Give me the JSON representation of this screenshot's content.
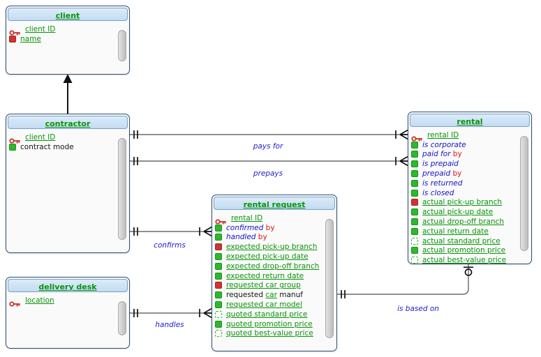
{
  "diagram": {
    "tool_type": "entity-relationship-diagram",
    "colors": {
      "entity_border": "#2f4f74",
      "header_fill_top": "#dcebf9",
      "header_fill_bottom": "#c3dcf2",
      "header_border": "#76a1c6",
      "body_fill": "#fafafa",
      "title_green": "#089408",
      "attr_green": "#089408",
      "attr_blue": "#1414cc",
      "attr_red": "#e01414",
      "attr_black": "#141414",
      "label_blue": "#2020cc",
      "line_gray": "#4d4d4d",
      "symbol_black": "#111111",
      "icon_green": "#2db82d",
      "icon_red": "#cf3434",
      "key_red": "#cc2222",
      "scrollbar_fill": "#cccccc",
      "background": "#ffffff"
    },
    "entities": [
      {
        "id": "client",
        "title": "client",
        "fields": [
          {
            "icon": "key",
            "parts": [
              {
                "text": "client ID",
                "style": "kw"
              }
            ]
          },
          {
            "icon": "solid-red",
            "parts": [
              {
                "text": "name",
                "style": "kw"
              }
            ]
          }
        ]
      },
      {
        "id": "contractor",
        "title": "contractor",
        "fields": [
          {
            "icon": "key",
            "parts": [
              {
                "text": "client ID",
                "style": "kw"
              }
            ]
          },
          {
            "icon": "solid-green",
            "parts": [
              {
                "text": "contract mode",
                "style": "plain"
              }
            ]
          }
        ]
      },
      {
        "id": "delivery-desk",
        "title": "delivery desk",
        "fields": [
          {
            "icon": "key",
            "parts": [
              {
                "text": "location",
                "style": "kw"
              }
            ]
          }
        ]
      },
      {
        "id": "rental-request",
        "title": "rental request",
        "fields": [
          {
            "icon": "key",
            "parts": [
              {
                "text": "rental ID",
                "style": "kw"
              }
            ]
          },
          {
            "icon": "solid-green",
            "parts": [
              {
                "text": "confirmed ",
                "style": "flag"
              },
              {
                "text": "by",
                "style": "by"
              }
            ]
          },
          {
            "icon": "solid-green",
            "parts": [
              {
                "text": "handled ",
                "style": "flag"
              },
              {
                "text": "by",
                "style": "by"
              }
            ]
          },
          {
            "icon": "solid-red",
            "parts": [
              {
                "text": "expected pick-up branch",
                "style": "kw"
              }
            ]
          },
          {
            "icon": "solid-green",
            "parts": [
              {
                "text": "expected pick-up date",
                "style": "kw"
              }
            ]
          },
          {
            "icon": "solid-green",
            "parts": [
              {
                "text": "expected drop-off branch",
                "style": "kw"
              }
            ]
          },
          {
            "icon": "solid-green",
            "parts": [
              {
                "text": "expected return date",
                "style": "kw"
              }
            ]
          },
          {
            "icon": "solid-red",
            "parts": [
              {
                "text": "requested car group",
                "style": "kw"
              }
            ]
          },
          {
            "icon": "solid-green",
            "parts": [
              {
                "text": "requested ",
                "style": "plain"
              },
              {
                "text": "car",
                "style": "kw"
              },
              {
                "text": " manuf",
                "style": "plain"
              }
            ]
          },
          {
            "icon": "solid-green",
            "parts": [
              {
                "text": "requested car model",
                "style": "kw"
              }
            ]
          },
          {
            "icon": "dashed-green",
            "parts": [
              {
                "text": "quoted standard price",
                "style": "kw"
              }
            ]
          },
          {
            "icon": "solid-green",
            "parts": [
              {
                "text": "quoted promotion price",
                "style": "kw"
              }
            ]
          },
          {
            "icon": "dashed-green",
            "parts": [
              {
                "text": "quoted best-value price",
                "style": "kw"
              }
            ]
          }
        ]
      },
      {
        "id": "rental",
        "title": "rental",
        "fields": [
          {
            "icon": "key",
            "parts": [
              {
                "text": "rental ID",
                "style": "kw"
              }
            ]
          },
          {
            "icon": "solid-green",
            "parts": [
              {
                "text": "is corporate",
                "style": "flag"
              }
            ]
          },
          {
            "icon": "solid-green",
            "parts": [
              {
                "text": "paid for ",
                "style": "flag"
              },
              {
                "text": "by",
                "style": "by"
              }
            ]
          },
          {
            "icon": "solid-green",
            "parts": [
              {
                "text": "is prepaid",
                "style": "flag"
              }
            ]
          },
          {
            "icon": "solid-green",
            "parts": [
              {
                "text": "prepaid ",
                "style": "flag"
              },
              {
                "text": "by",
                "style": "by"
              }
            ]
          },
          {
            "icon": "solid-green",
            "parts": [
              {
                "text": "is returned",
                "style": "flag"
              }
            ]
          },
          {
            "icon": "solid-green",
            "parts": [
              {
                "text": "is closed",
                "style": "flag"
              }
            ]
          },
          {
            "icon": "solid-red",
            "parts": [
              {
                "text": "actual pick-up branch",
                "style": "kw"
              }
            ]
          },
          {
            "icon": "solid-green",
            "parts": [
              {
                "text": "actual pick-up date",
                "style": "kw"
              }
            ]
          },
          {
            "icon": "solid-green",
            "parts": [
              {
                "text": "actual drop-off branch",
                "style": "kw"
              }
            ]
          },
          {
            "icon": "solid-green",
            "parts": [
              {
                "text": "actual return date",
                "style": "kw"
              }
            ]
          },
          {
            "icon": "dashed-green",
            "parts": [
              {
                "text": "actual standard price",
                "style": "kw"
              }
            ]
          },
          {
            "icon": "solid-green",
            "parts": [
              {
                "text": "actual promotion price",
                "style": "kw"
              }
            ]
          },
          {
            "icon": "dashed-green",
            "parts": [
              {
                "text": "actual best-value price",
                "style": "kw"
              }
            ]
          }
        ]
      }
    ],
    "relationships": [
      {
        "label": "pays for",
        "from": "contractor",
        "to": "rental",
        "from_cardinality": "exactly-one",
        "to_cardinality": "one-or-many"
      },
      {
        "label": "prepays",
        "from": "contractor",
        "to": "rental",
        "from_cardinality": "exactly-one",
        "to_cardinality": "one-or-many"
      },
      {
        "label": "confirms",
        "from": "contractor",
        "to": "rental request",
        "from_cardinality": "exactly-one",
        "to_cardinality": "one-or-many"
      },
      {
        "label": "handles",
        "from": "delivery desk",
        "to": "rental request",
        "from_cardinality": "exactly-one",
        "to_cardinality": "one-or-many"
      },
      {
        "label": "is based on",
        "from": "rental request",
        "to": "rental",
        "from_cardinality": "exactly-one",
        "to_cardinality": "zero-or-one"
      }
    ],
    "inheritance": {
      "from": "contractor",
      "to": "client"
    }
  }
}
